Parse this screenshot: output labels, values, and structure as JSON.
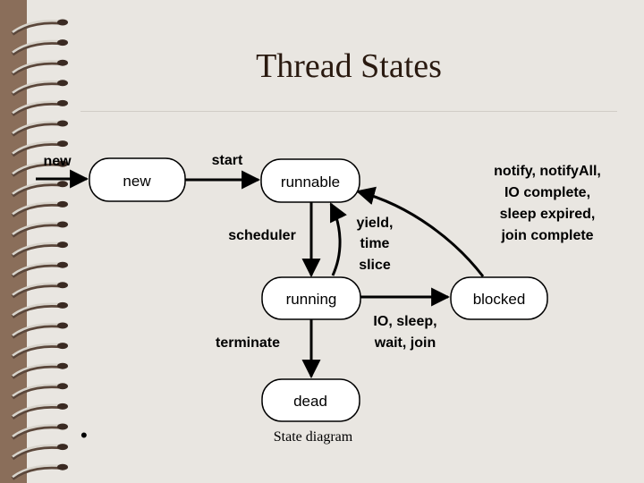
{
  "slide": {
    "title": "Thread States",
    "caption": "State diagram",
    "bullet": "•"
  },
  "diagram": {
    "nodes": {
      "new": "new",
      "runnable": "runnable",
      "running": "running",
      "blocked": "blocked",
      "dead": "dead"
    },
    "edges": {
      "entry": "new",
      "start": "start",
      "scheduler": "scheduler",
      "yield": [
        "yield,",
        "time",
        "slice"
      ],
      "io_wait": [
        "IO, sleep,",
        "wait, join"
      ],
      "notify": [
        "notify, notifyAll,",
        "IO complete,",
        "sleep expired,",
        "join complete"
      ],
      "terminate": "terminate"
    }
  },
  "colors": {
    "paper": "#e9e6e1",
    "background": "#8a6e5a",
    "node_fill": "#ffffff",
    "stroke": "#000000"
  }
}
